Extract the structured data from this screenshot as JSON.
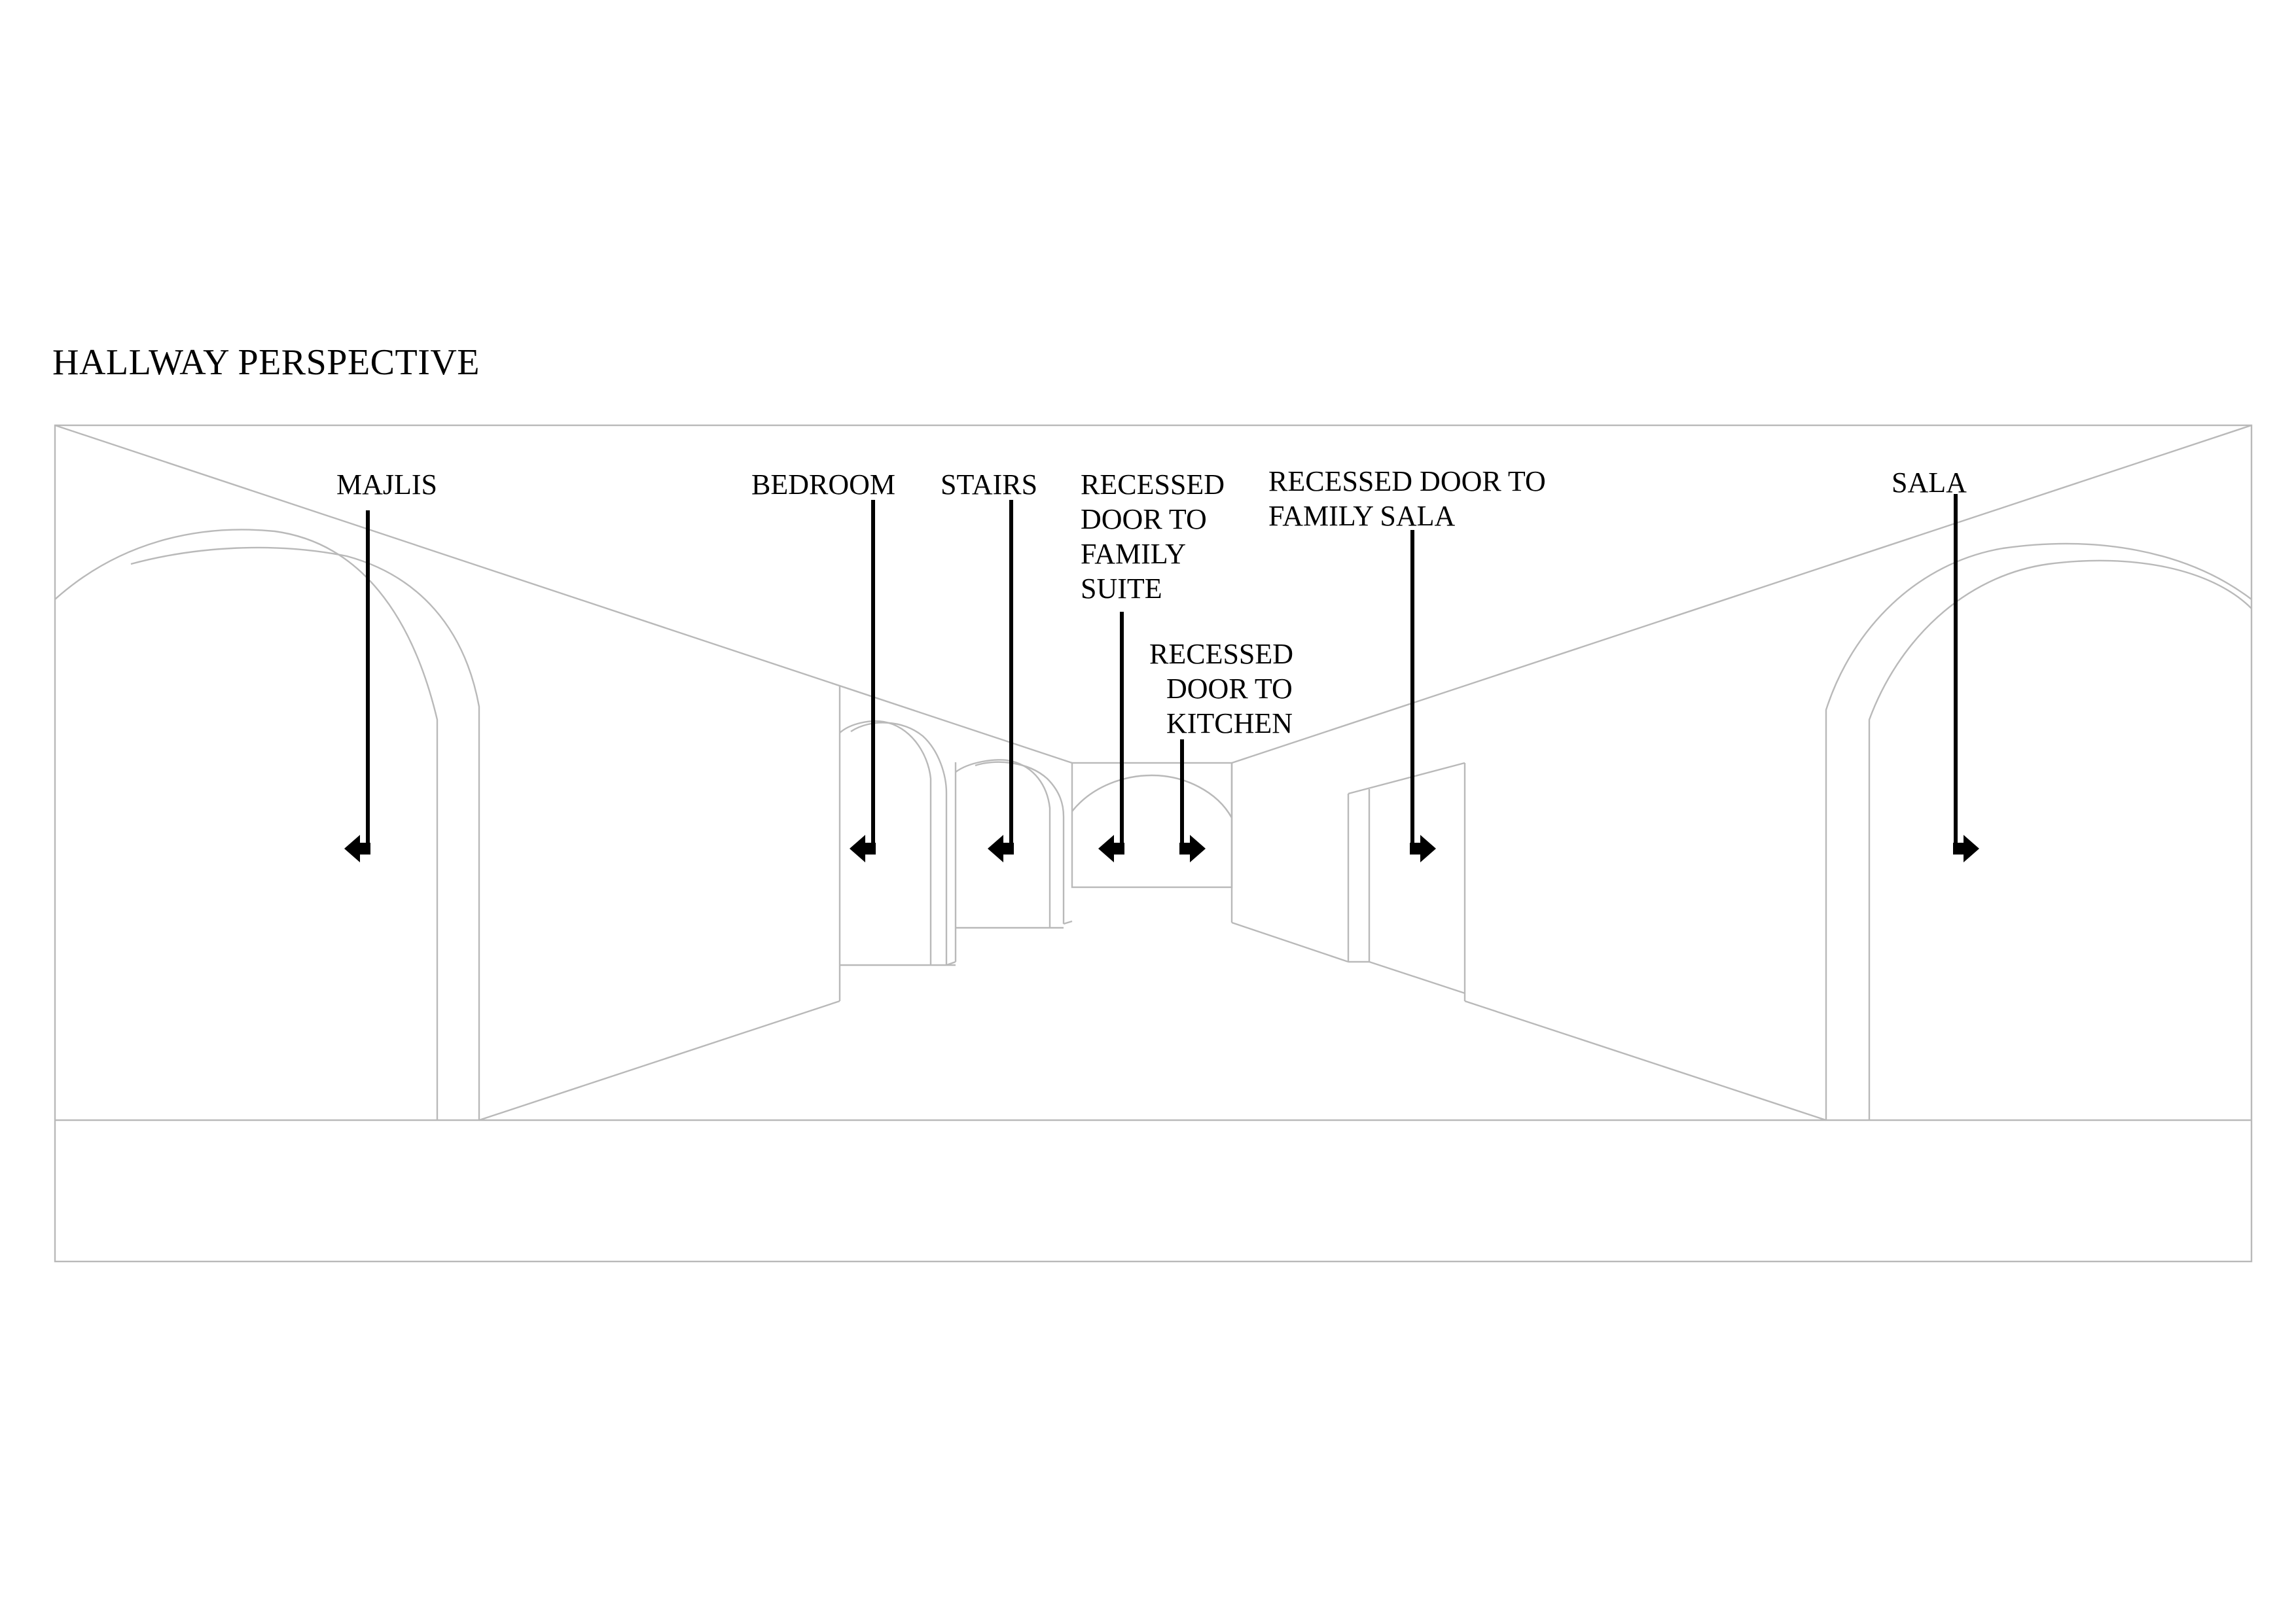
{
  "title": "HALLWAY PERSPECTIVE",
  "labels": {
    "majlis": "MAJLIS",
    "bedroom": "BEDROOM",
    "stairs": "STAIRS",
    "family_suite": [
      "RECESSED",
      "DOOR TO",
      "FAMILY",
      "SUITE"
    ],
    "kitchen": [
      "RECESSED",
      "DOOR TO",
      "KITCHEN"
    ],
    "family_sala": [
      "RECESSED DOOR TO",
      "FAMILY SALA"
    ],
    "sala": "SALA"
  },
  "arrows": [
    {
      "label": "MAJLIS",
      "direction": "left"
    },
    {
      "label": "BEDROOM",
      "direction": "left"
    },
    {
      "label": "STAIRS",
      "direction": "left"
    },
    {
      "label": "RECESSED DOOR TO FAMILY SUITE",
      "direction": "left"
    },
    {
      "label": "RECESSED DOOR TO KITCHEN",
      "direction": "right"
    },
    {
      "label": "RECESSED DOOR TO FAMILY SALA",
      "direction": "right"
    },
    {
      "label": "SALA",
      "direction": "right"
    }
  ],
  "colors": {
    "linework": "#b9b9b9",
    "ink": "#000000",
    "background": "#ffffff"
  }
}
